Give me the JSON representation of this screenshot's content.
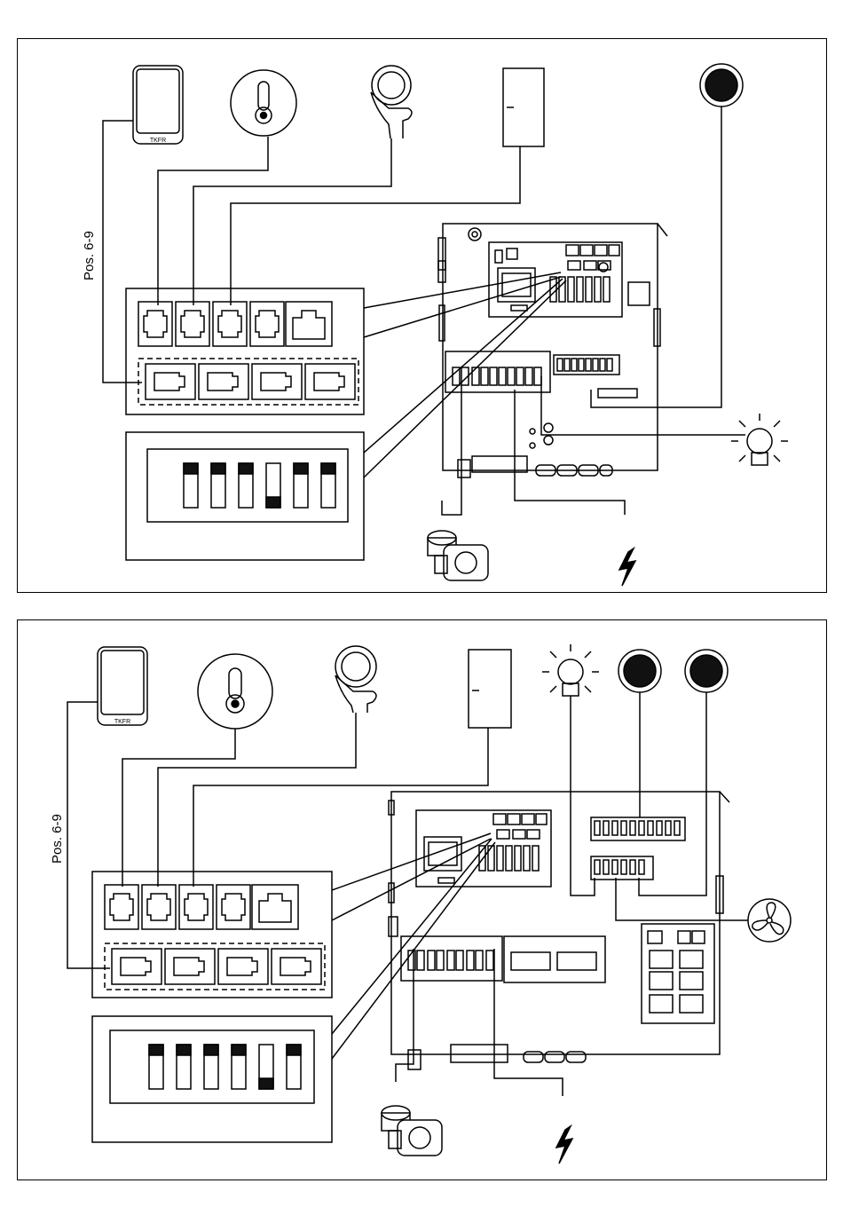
{
  "diagrams": [
    {
      "position_label": "Pos. 6-9",
      "dip_switches": [
        "up",
        "up",
        "up",
        "down",
        "up",
        "up"
      ],
      "device_label": "TKFR"
    },
    {
      "position_label": "Pos. 6-9",
      "dip_switches": [
        "up",
        "up",
        "up",
        "up",
        "down",
        "up"
      ],
      "device_label": "TKFR"
    }
  ],
  "icons": {
    "device": "remote-control-icon",
    "thermometer": "thermometer-icon",
    "push": "push-button-icon",
    "switch": "switch-box-icon",
    "button": "round-button-icon",
    "lamp": "lamp-icon",
    "fan": "fan-icon",
    "pump": "pump-icon",
    "power": "power-bolt-icon"
  }
}
